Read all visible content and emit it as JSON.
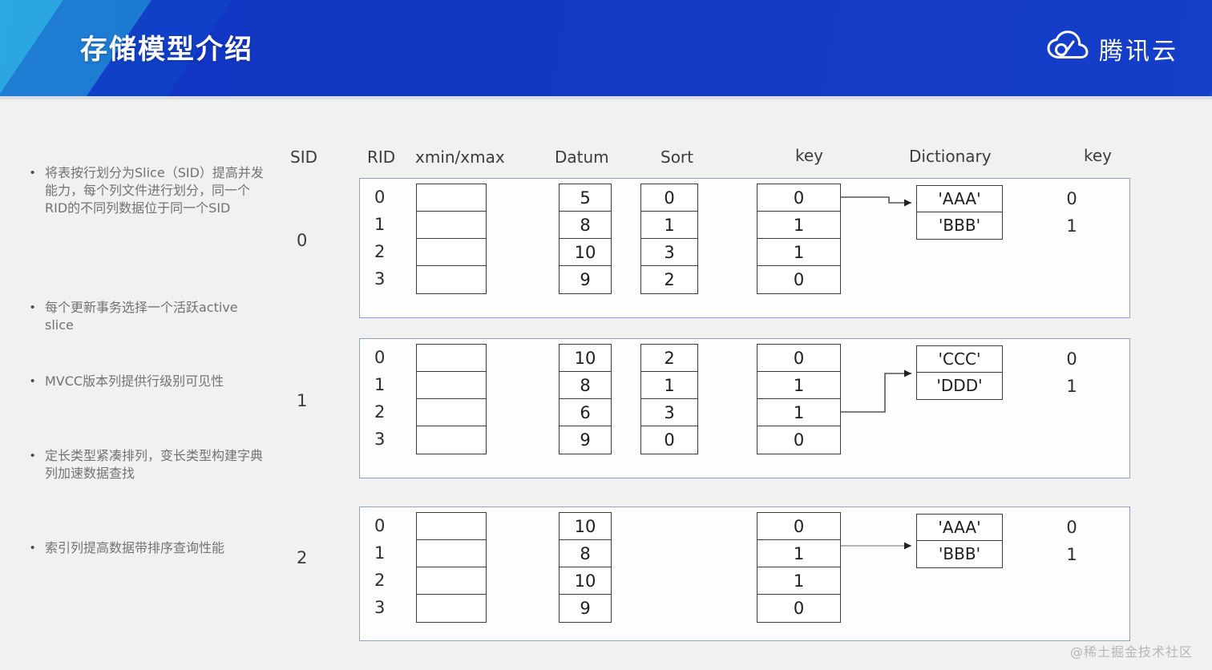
{
  "header": {
    "title": "存储模型介绍",
    "brand_text": "腾讯云",
    "brand_icon": "cloud-icon",
    "accent_color": "#1b4fd8",
    "stripe_colors": [
      "#2a3f6b",
      "#3a5f8f",
      "#2aa8e0",
      "#1f7fd4",
      "#1040c8",
      "#1236c4"
    ]
  },
  "bullets": [
    {
      "text": "将表按行划分为Slice（SID）提高并发能力，每个列文件进行划分，同一个RID的不同列数据位于同一个SID"
    },
    {
      "text": "每个更新事务选择一个活跃active slice"
    },
    {
      "text": "MVCC版本列提供行级别可见性"
    },
    {
      "text": "定长类型紧凑排列，变长类型构建字典列加速数据查找"
    },
    {
      "text": "索引列提高数据带排序查询性能"
    }
  ],
  "column_headers": {
    "sid": "SID",
    "rid": "RID",
    "xminxmax": "xmin/xmax",
    "datum": "Datum",
    "sort": "Sort",
    "key": "key",
    "dictionary": "Dictionary",
    "key_right": "key"
  },
  "slices": [
    {
      "sid": "0",
      "rids": [
        "0",
        "1",
        "2",
        "3"
      ],
      "xminxmax": [
        "",
        "",
        "",
        ""
      ],
      "datum": [
        "5",
        "8",
        "10",
        "9"
      ],
      "sort": [
        "0",
        "1",
        "3",
        "2"
      ],
      "key": [
        "0",
        "1",
        "1",
        "0"
      ],
      "dictionary": [
        "'AAA'",
        "'BBB'"
      ],
      "dict_keys": [
        "0",
        "1"
      ],
      "arrow_from_row": 0,
      "arrow_to_row": 0,
      "has_sort": true
    },
    {
      "sid": "1",
      "rids": [
        "0",
        "1",
        "2",
        "3"
      ],
      "xminxmax": [
        "",
        "",
        "",
        ""
      ],
      "datum": [
        "10",
        "8",
        "6",
        "9"
      ],
      "sort": [
        "2",
        "1",
        "3",
        "0"
      ],
      "key": [
        "0",
        "1",
        "1",
        "0"
      ],
      "dictionary": [
        "'CCC'",
        "'DDD'"
      ],
      "dict_keys": [
        "0",
        "1"
      ],
      "arrow_from_row": 2,
      "arrow_to_row": 1,
      "has_sort": true
    },
    {
      "sid": "2",
      "rids": [
        "0",
        "1",
        "2",
        "3"
      ],
      "xminxmax": [
        "",
        "",
        "",
        ""
      ],
      "datum": [
        "10",
        "8",
        "10",
        "9"
      ],
      "sort": [],
      "key": [
        "0",
        "1",
        "1",
        "0"
      ],
      "dictionary": [
        "'AAA'",
        "'BBB'"
      ],
      "dict_keys": [
        "0",
        "1"
      ],
      "arrow_from_row": 1,
      "arrow_to_row": 1,
      "has_sort": false
    }
  ],
  "watermark": "@稀土掘金技术社区"
}
